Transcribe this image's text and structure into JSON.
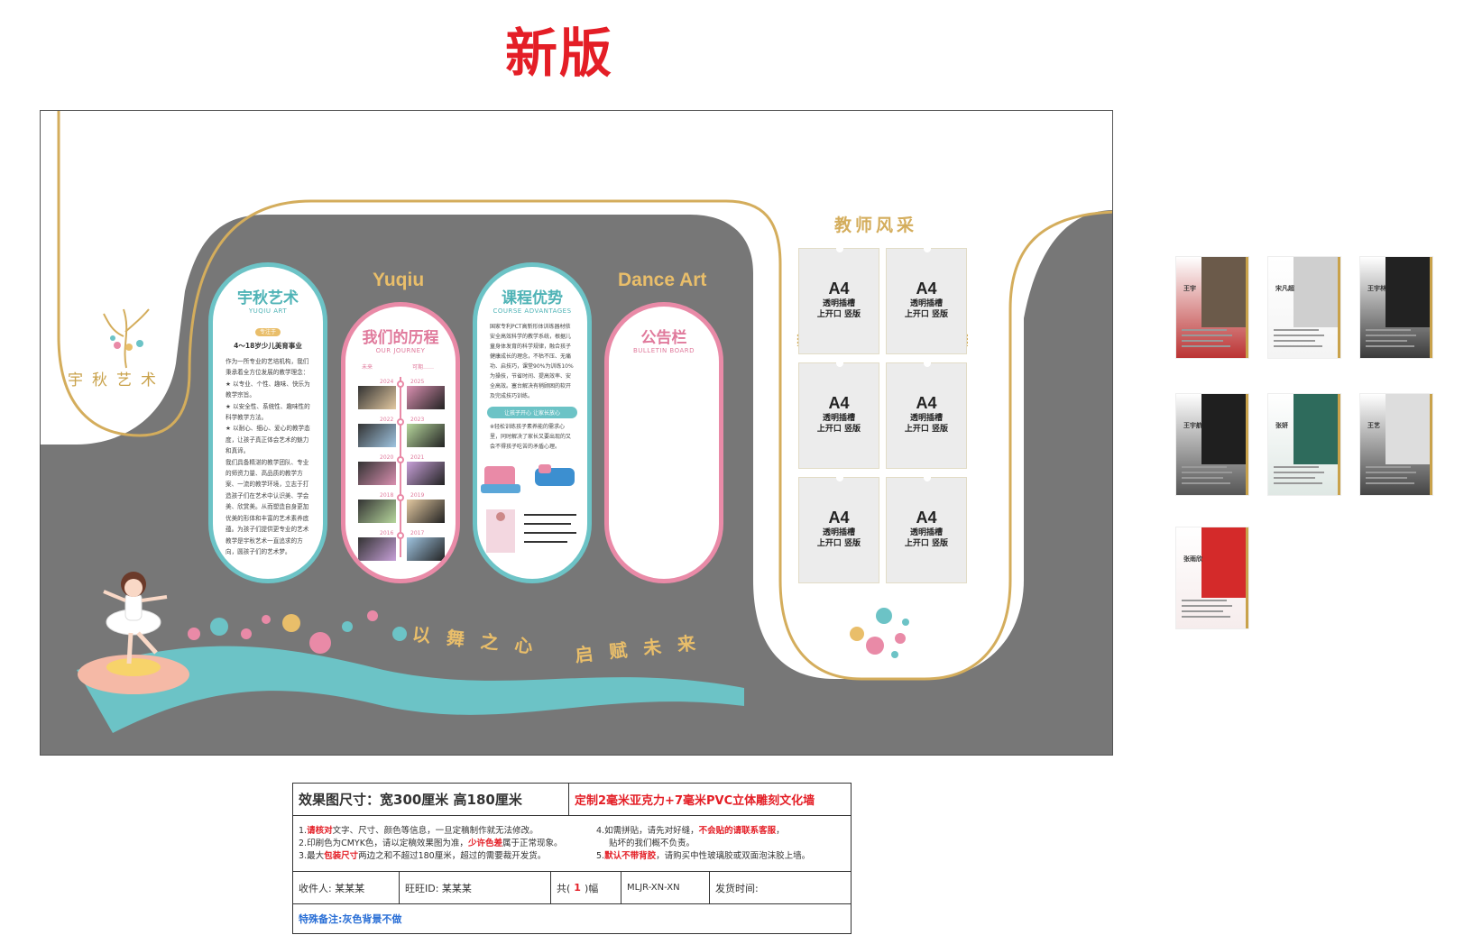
{
  "headline": "新版",
  "mural": {
    "brand_cn": "宇秋艺术",
    "about": {
      "title": "宇秋艺术",
      "subtitle": "YUQIU ART",
      "tag": "专注于",
      "lead": "4～18岁少儿美育事业",
      "paragraphs": [
        "作为一所专业的艺培机构，我们秉承着全方位发展的教学理念：",
        "★ 以专业、个性、趣味、快乐为教学宗旨。",
        "★ 以安全性、系统性、趣味性的科学教学方法。",
        "★ 以耐心、细心、爱心的教学态度，让孩子真正体会艺术的魅力和真谛。",
        "我们具备精湛的教学团队、专业的师资力量、高品质的教学方案、一流的教学环境，立志于打造孩子们在艺术中认识美、学会美、欣赏美。从而塑造自身更加优美的形体和丰富的艺术素养底蕴。为孩子们提供更专业的艺术教学是宇秋艺术一直追求的方向，圆孩子们的艺术梦。"
      ]
    },
    "wordmark_left": "Yuqiu",
    "wordmark_right": "Dance Art",
    "journey": {
      "title": "我们的历程",
      "subtitle": "OUR JOURNEY",
      "left_head": "未来",
      "right_head": "可期……",
      "years_left": [
        "2024",
        "2022",
        "2020",
        "2018",
        "2016"
      ],
      "years_right": [
        "2025",
        "2023",
        "2021",
        "2019",
        "2017"
      ]
    },
    "course": {
      "title": "课程优势",
      "subtitle": "COURSE ADVANTAGES",
      "text": "国家专利PCT高新形体训练器材依安全高效科学的教学系统，根据儿童身体发育的科学规律，融合孩子健康成长的理念，不枯不压、无痛功、启技巧，课堂90%为训练10%为操技，节省时间、提高效率、安全高效。塞台解决有稍顾困的软开及完成技巧训练。",
      "pill": "让孩子开心  让家长放心",
      "text2": "※轻松训练孩子素养能的需求心里，同时解决了家长又要出现的又会不得孩子吃苦的矛盾心理。"
    },
    "bulletin": {
      "title": "公告栏",
      "subtitle": "BULLETIN BOARD"
    },
    "teacher_title": "教师风采",
    "plate": {
      "size": "A4",
      "line2": "透明插槽",
      "line3": "上开口 竖版"
    },
    "slogan_left": "以舞之心",
    "slogan_right": "启赋未来"
  },
  "thumbs": [
    {
      "name": "王宇"
    },
    {
      "name": "宋凡超"
    },
    {
      "name": "王宇林"
    },
    {
      "name": "王宇航"
    },
    {
      "name": "张妍"
    },
    {
      "name": "王艺"
    },
    {
      "name": "张雨欣"
    }
  ],
  "info": {
    "size_label": "效果图尺寸：宽300厘米  高180厘米",
    "material": "定制2毫米亚克力+7毫米PVC立体雕刻文化墙",
    "n1_a": "1.",
    "n1_red": "请核对",
    "n1_b": "文字、尺寸、颜色等信息，一旦定稿制作就无法修改。",
    "n2_a": "2.印刷色为CMYK色，请以定稿效果图为准，",
    "n2_red": "少许色差",
    "n2_b": "属于正常现象。",
    "n3_a": "3.最大",
    "n3_red": "包装尺寸",
    "n3_b": "两边之和不超过180厘米，超过的需要裁开发货。",
    "n4_a": "4.如需拼贴，请先对好缝，",
    "n4_red": "不会贴的请联系客服",
    "n4_b": "，",
    "n4_c": "贴坏的我们概不负责。",
    "n5_a": "5.",
    "n5_red": "默认不带背胶",
    "n5_b": "，请购买中性玻璃胶或双面泡沫胶上墙。",
    "recipient": "收件人: 某某某",
    "wangwang": "旺旺ID: 某某某",
    "count_a": "共(",
    "count_n": "1",
    "count_b": ")幅",
    "code": "MLJR-XN-XN",
    "ship": "发货时间:",
    "remark": "特殊备注:灰色背景不做"
  },
  "colors": {
    "red": "#e41e26",
    "gold": "#d4ad5c",
    "teal": "#6cc3c6",
    "pink": "#e98aa7",
    "grey": "#777777"
  }
}
